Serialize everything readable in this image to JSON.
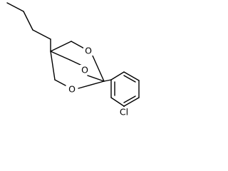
{
  "atoms": {
    "O1": "O",
    "O2": "O",
    "O3": "O",
    "Cl": "Cl"
  },
  "colors": {
    "bond": "#000000",
    "background": "#ffffff"
  }
}
